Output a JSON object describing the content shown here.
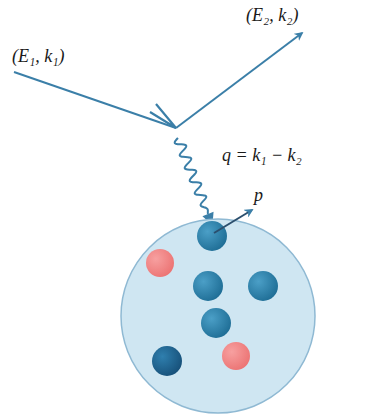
{
  "diagram": {
    "labels": [
      "(E₁, k₁)",
      "(E₂, k₂)",
      "q = k₁ − k₂",
      "p"
    ]
  }
}
